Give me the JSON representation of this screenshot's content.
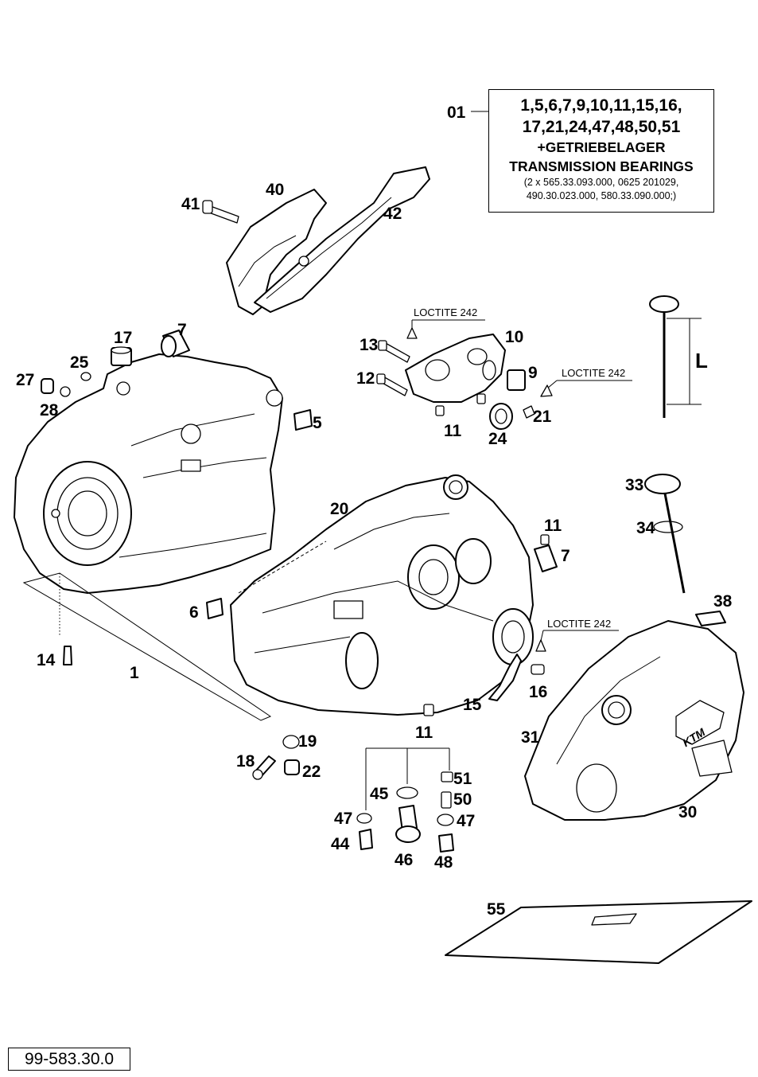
{
  "kit": {
    "ref": "01",
    "line1": "1,5,6,7,9,10,11,15,16,",
    "line2": "17,21,24,47,48,50,51",
    "line3": "+GETRIEBELAGER",
    "line4": "TRANSMISSION BEARINGS",
    "line5": "(2 x 565.33.093.000, 0625 201029,",
    "line6": "490.30.023.000, 580.33.090.000;)"
  },
  "notes": {
    "loctite_a": "LOCTITE 242",
    "loctite_b": "LOCTITE 242",
    "loctite_c": "LOCTITE 242",
    "dimension": "L"
  },
  "labels": {
    "p1": "1",
    "p5": "5",
    "p6": "6",
    "p7a": "7",
    "p7b": "7",
    "p9": "9",
    "p10": "10",
    "p11a": "11",
    "p11b": "11",
    "p11c": "11",
    "p12": "12",
    "p13": "13",
    "p14": "14",
    "p15": "15",
    "p16": "16",
    "p17": "17",
    "p18": "18",
    "p19": "19",
    "p20": "20",
    "p21": "21",
    "p22": "22",
    "p24": "24",
    "p25": "25",
    "p27": "27",
    "p28": "28",
    "p30": "30",
    "p31": "31",
    "p33": "33",
    "p34": "34",
    "p38": "38",
    "p40": "40",
    "p41": "41",
    "p42": "42",
    "p44": "44",
    "p45": "45",
    "p46": "46",
    "p47a": "47",
    "p47b": "47",
    "p48": "48",
    "p50": "50",
    "p51": "51",
    "p55": "55"
  },
  "document_id": "99-583.30.0"
}
